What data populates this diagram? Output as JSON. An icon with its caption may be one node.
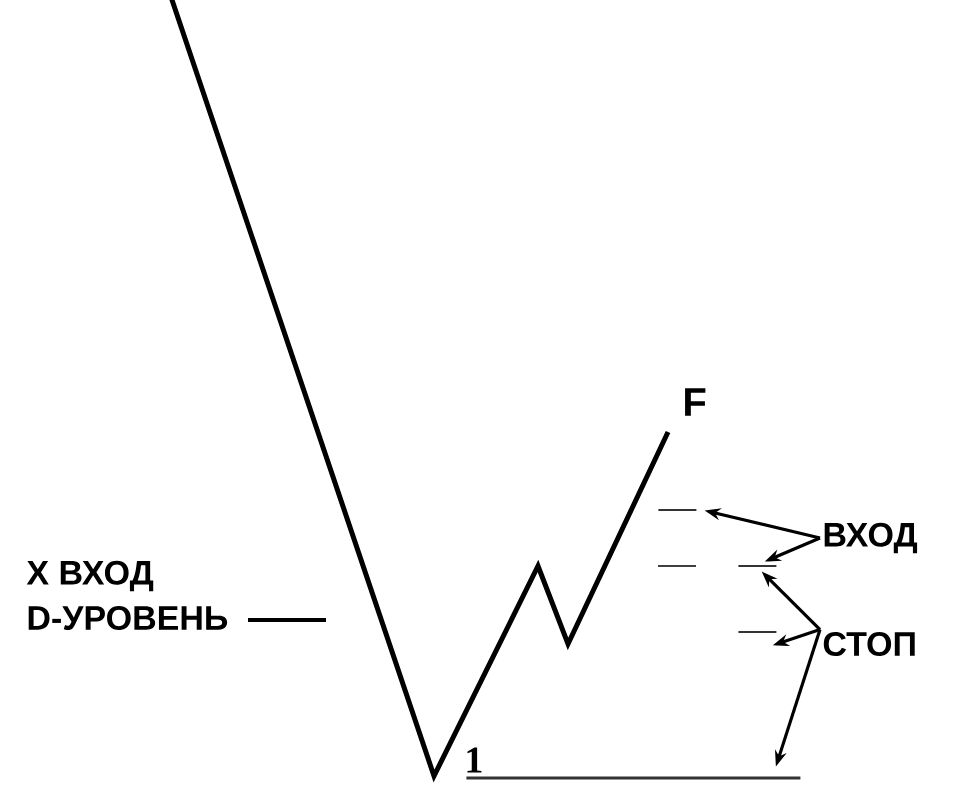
{
  "diagram": {
    "nodes": [
      {
        "text": [],
        "shape": "line"
      },
      {
        "text": [
          "ВХОД"
        ]
      },
      {
        "text": [],
        "shape": "line"
      },
      {
        "text": [],
        "shape": "line"
      },
      {
        "text": [
          "СТОП"
        ]
      },
      {
        "text": [],
        "shape": "line"
      }
    ],
    "edges": [
      {
        "from": 1,
        "to": 0,
        "arrow": "to"
      },
      {
        "from": 1,
        "to": 2,
        "arrow": "to"
      },
      {
        "from": 4,
        "to": 2,
        "arrow": "to"
      },
      {
        "from": 4,
        "to": 3,
        "arrow": "to"
      },
      {
        "from": 4,
        "to": 5,
        "arrow": "to"
      }
    ],
    "labels": [
      "F",
      "X ВХОД",
      "D-УРОВЕНЬ",
      "1"
    ]
  }
}
